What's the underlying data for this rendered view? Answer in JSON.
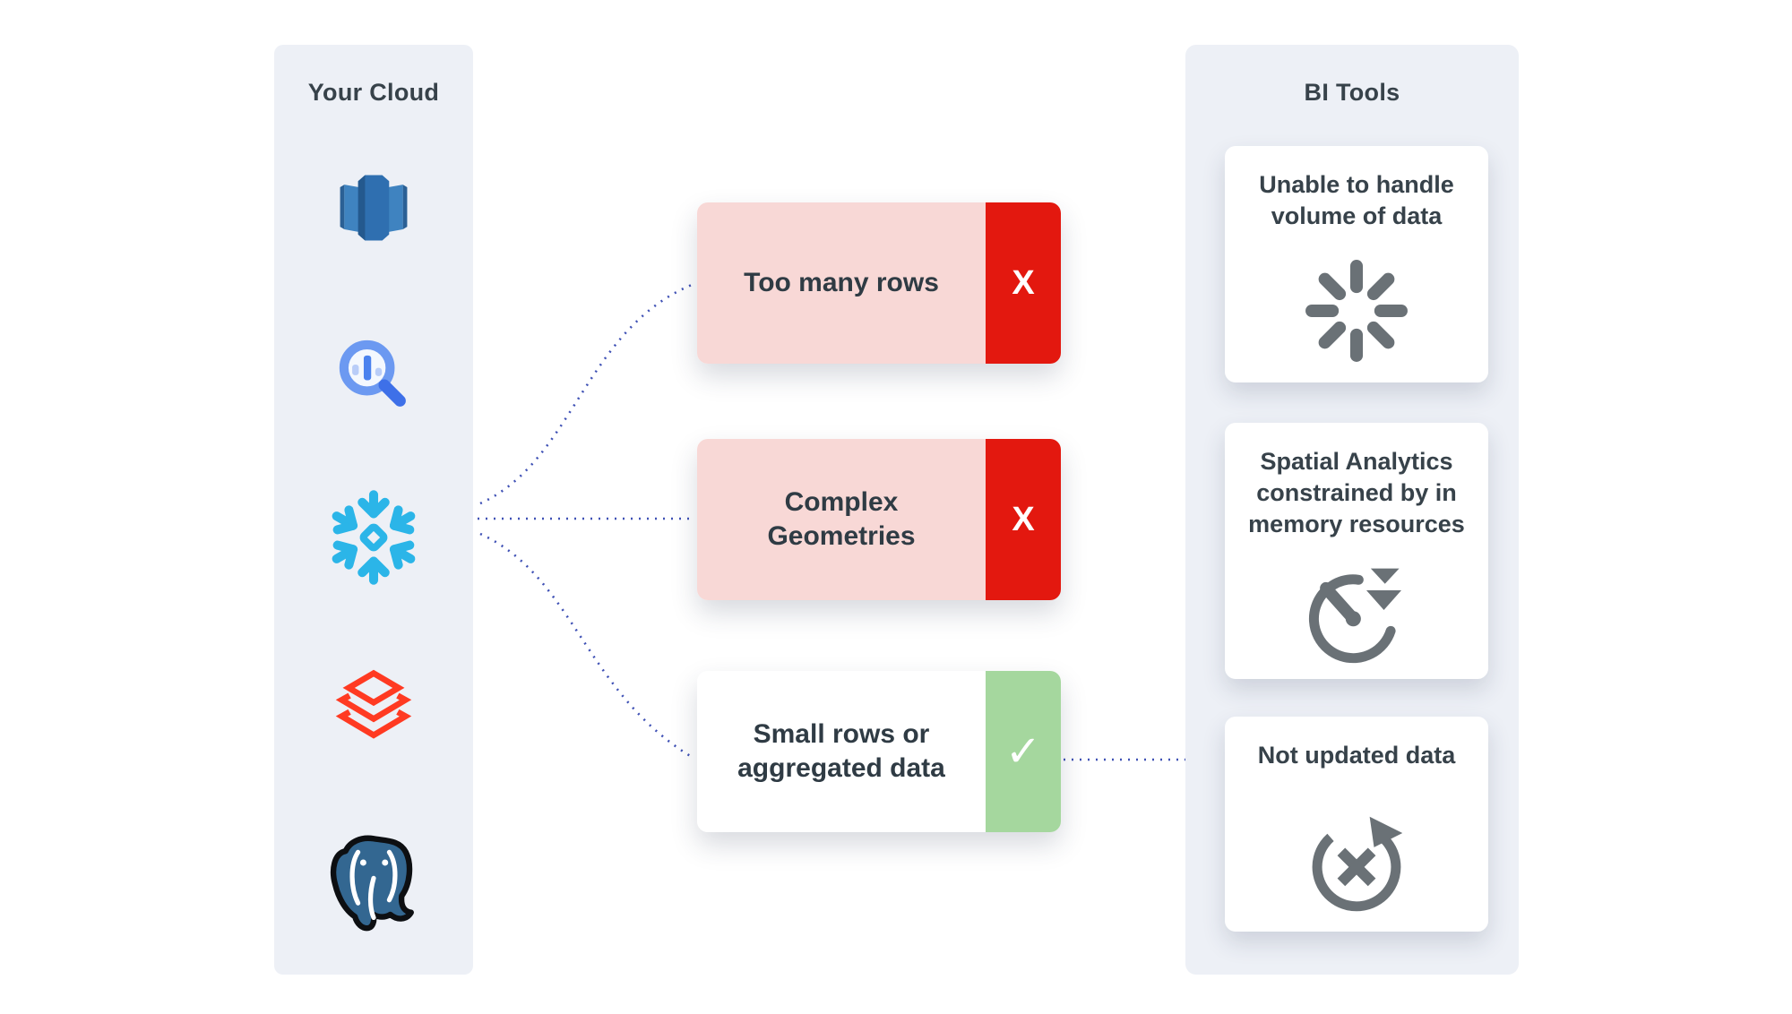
{
  "left_panel": {
    "title": "Your Cloud",
    "icons": [
      {
        "name": "redshift-icon"
      },
      {
        "name": "bigquery-icon"
      },
      {
        "name": "snowflake-icon"
      },
      {
        "name": "databricks-icon"
      },
      {
        "name": "postgresql-icon"
      }
    ]
  },
  "middle": {
    "items": [
      {
        "label": "Too many rows",
        "status": "fail",
        "badge": "X"
      },
      {
        "label": "Complex Geometries",
        "status": "fail",
        "badge": "X"
      },
      {
        "label": "Small rows or aggregated data",
        "status": "pass",
        "badge": "✓"
      }
    ]
  },
  "right_panel": {
    "title": "BI Tools",
    "cards": [
      {
        "label": "Unable to handle volume of data",
        "icon": "spinner-icon"
      },
      {
        "label": "Spatial Analytics constrained by in memory resources",
        "icon": "gauge-icon"
      },
      {
        "label": "Not updated data",
        "icon": "refresh-x-icon"
      }
    ]
  },
  "colors": {
    "panel_bg": "#edf0f6",
    "connector_blue": "#3f51b5",
    "fail_bg": "#f8d8d6",
    "fail_accent": "#e3180f",
    "pass_accent": "#a5d79e",
    "card_bg": "#ffffff",
    "text_dark": "#37424a",
    "icon_gray": "#6a7176",
    "snowflake_blue": "#2bb5e8",
    "databricks_red": "#ff3a22",
    "postgres_blue": "#336791",
    "redshift_blue": "#3273b4",
    "bigquery_blue": "#5f8ef0"
  }
}
